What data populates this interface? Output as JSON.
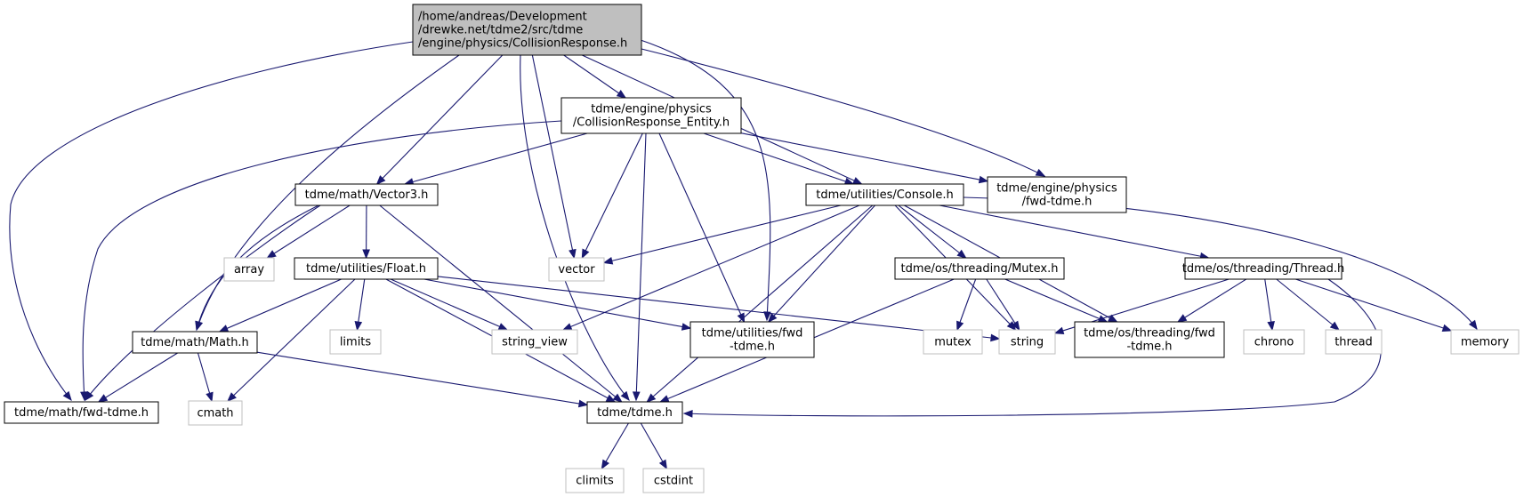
{
  "colors": {
    "edge": "#191970",
    "root_fill": "#bfbfbf",
    "root_border": "#000000",
    "internal_border": "#000000",
    "system_border": "#bfbfbf",
    "node_fill": "#ffffff",
    "system_text": "#000000"
  },
  "nodes": [
    {
      "id": "root",
      "kind": "root",
      "lines": [
        "/home/andreas/Development",
        "/drewke.net/tdme2/src/tdme",
        "/engine/physics/CollisionResponse.h"
      ]
    },
    {
      "id": "cre",
      "kind": "internal",
      "lines": [
        "tdme/engine/physics",
        "/CollisionResponse_Entity.h"
      ]
    },
    {
      "id": "vec3",
      "kind": "internal",
      "lines": [
        "tdme/math/Vector3.h"
      ]
    },
    {
      "id": "console",
      "kind": "internal",
      "lines": [
        "tdme/utilities/Console.h"
      ]
    },
    {
      "id": "physfwd",
      "kind": "internal",
      "lines": [
        "tdme/engine/physics",
        "/fwd-tdme.h"
      ]
    },
    {
      "id": "array",
      "kind": "system",
      "lines": [
        "array"
      ]
    },
    {
      "id": "float",
      "kind": "internal",
      "lines": [
        "tdme/utilities/Float.h"
      ]
    },
    {
      "id": "vector",
      "kind": "system",
      "lines": [
        "vector"
      ]
    },
    {
      "id": "mutex_h",
      "kind": "internal",
      "lines": [
        "tdme/os/threading/Mutex.h"
      ]
    },
    {
      "id": "thread_h",
      "kind": "internal",
      "lines": [
        "tdme/os/threading/Thread.h"
      ]
    },
    {
      "id": "math",
      "kind": "internal",
      "lines": [
        "tdme/math/Math.h"
      ]
    },
    {
      "id": "limits",
      "kind": "system",
      "lines": [
        "limits"
      ]
    },
    {
      "id": "string_view",
      "kind": "system",
      "lines": [
        "string_view"
      ]
    },
    {
      "id": "utilfwd",
      "kind": "internal",
      "lines": [
        "tdme/utilities/fwd",
        "-tdme.h"
      ]
    },
    {
      "id": "mutex",
      "kind": "system",
      "lines": [
        "mutex"
      ]
    },
    {
      "id": "string",
      "kind": "system",
      "lines": [
        "string"
      ]
    },
    {
      "id": "thrfwd",
      "kind": "internal",
      "lines": [
        "tdme/os/threading/fwd",
        "-tdme.h"
      ]
    },
    {
      "id": "chrono",
      "kind": "system",
      "lines": [
        "chrono"
      ]
    },
    {
      "id": "thread",
      "kind": "system",
      "lines": [
        "thread"
      ]
    },
    {
      "id": "memory",
      "kind": "system",
      "lines": [
        "memory"
      ]
    },
    {
      "id": "mathfwd",
      "kind": "internal",
      "lines": [
        "tdme/math/fwd-tdme.h"
      ]
    },
    {
      "id": "cmath",
      "kind": "system",
      "lines": [
        "cmath"
      ]
    },
    {
      "id": "tdme",
      "kind": "internal",
      "lines": [
        "tdme/tdme.h"
      ]
    },
    {
      "id": "climits",
      "kind": "system",
      "lines": [
        "climits"
      ]
    },
    {
      "id": "cstdint",
      "kind": "system",
      "lines": [
        "cstdint"
      ]
    }
  ],
  "edges": [
    [
      "root",
      "cre"
    ],
    [
      "root",
      "vec3"
    ],
    [
      "root",
      "console"
    ],
    [
      "root",
      "physfwd"
    ],
    [
      "root",
      "vector"
    ],
    [
      "root",
      "math"
    ],
    [
      "root",
      "mathfwd"
    ],
    [
      "root",
      "tdme"
    ],
    [
      "root",
      "utilfwd"
    ],
    [
      "cre",
      "vec3"
    ],
    [
      "cre",
      "console"
    ],
    [
      "cre",
      "physfwd"
    ],
    [
      "cre",
      "vector"
    ],
    [
      "cre",
      "mathfwd"
    ],
    [
      "cre",
      "tdme"
    ],
    [
      "cre",
      "utilfwd"
    ],
    [
      "vec3",
      "array"
    ],
    [
      "vec3",
      "float"
    ],
    [
      "vec3",
      "math"
    ],
    [
      "vec3",
      "mathfwd"
    ],
    [
      "vec3",
      "tdme"
    ],
    [
      "float",
      "math"
    ],
    [
      "float",
      "limits"
    ],
    [
      "float",
      "string_view"
    ],
    [
      "float",
      "utilfwd"
    ],
    [
      "float",
      "string"
    ],
    [
      "float",
      "cmath"
    ],
    [
      "float",
      "tdme"
    ],
    [
      "math",
      "mathfwd"
    ],
    [
      "math",
      "cmath"
    ],
    [
      "math",
      "tdme"
    ],
    [
      "console",
      "vector"
    ],
    [
      "console",
      "string_view"
    ],
    [
      "console",
      "utilfwd"
    ],
    [
      "console",
      "mutex_h"
    ],
    [
      "console",
      "string"
    ],
    [
      "console",
      "thrfwd"
    ],
    [
      "console",
      "thread_h"
    ],
    [
      "console",
      "memory"
    ],
    [
      "console",
      "tdme"
    ],
    [
      "mutex_h",
      "mutex"
    ],
    [
      "mutex_h",
      "string"
    ],
    [
      "mutex_h",
      "thrfwd"
    ],
    [
      "mutex_h",
      "tdme"
    ],
    [
      "thread_h",
      "string"
    ],
    [
      "thread_h",
      "thrfwd"
    ],
    [
      "thread_h",
      "chrono"
    ],
    [
      "thread_h",
      "thread"
    ],
    [
      "thread_h",
      "memory"
    ],
    [
      "thread_h",
      "tdme"
    ],
    [
      "tdme",
      "climits"
    ],
    [
      "tdme",
      "cstdint"
    ]
  ]
}
